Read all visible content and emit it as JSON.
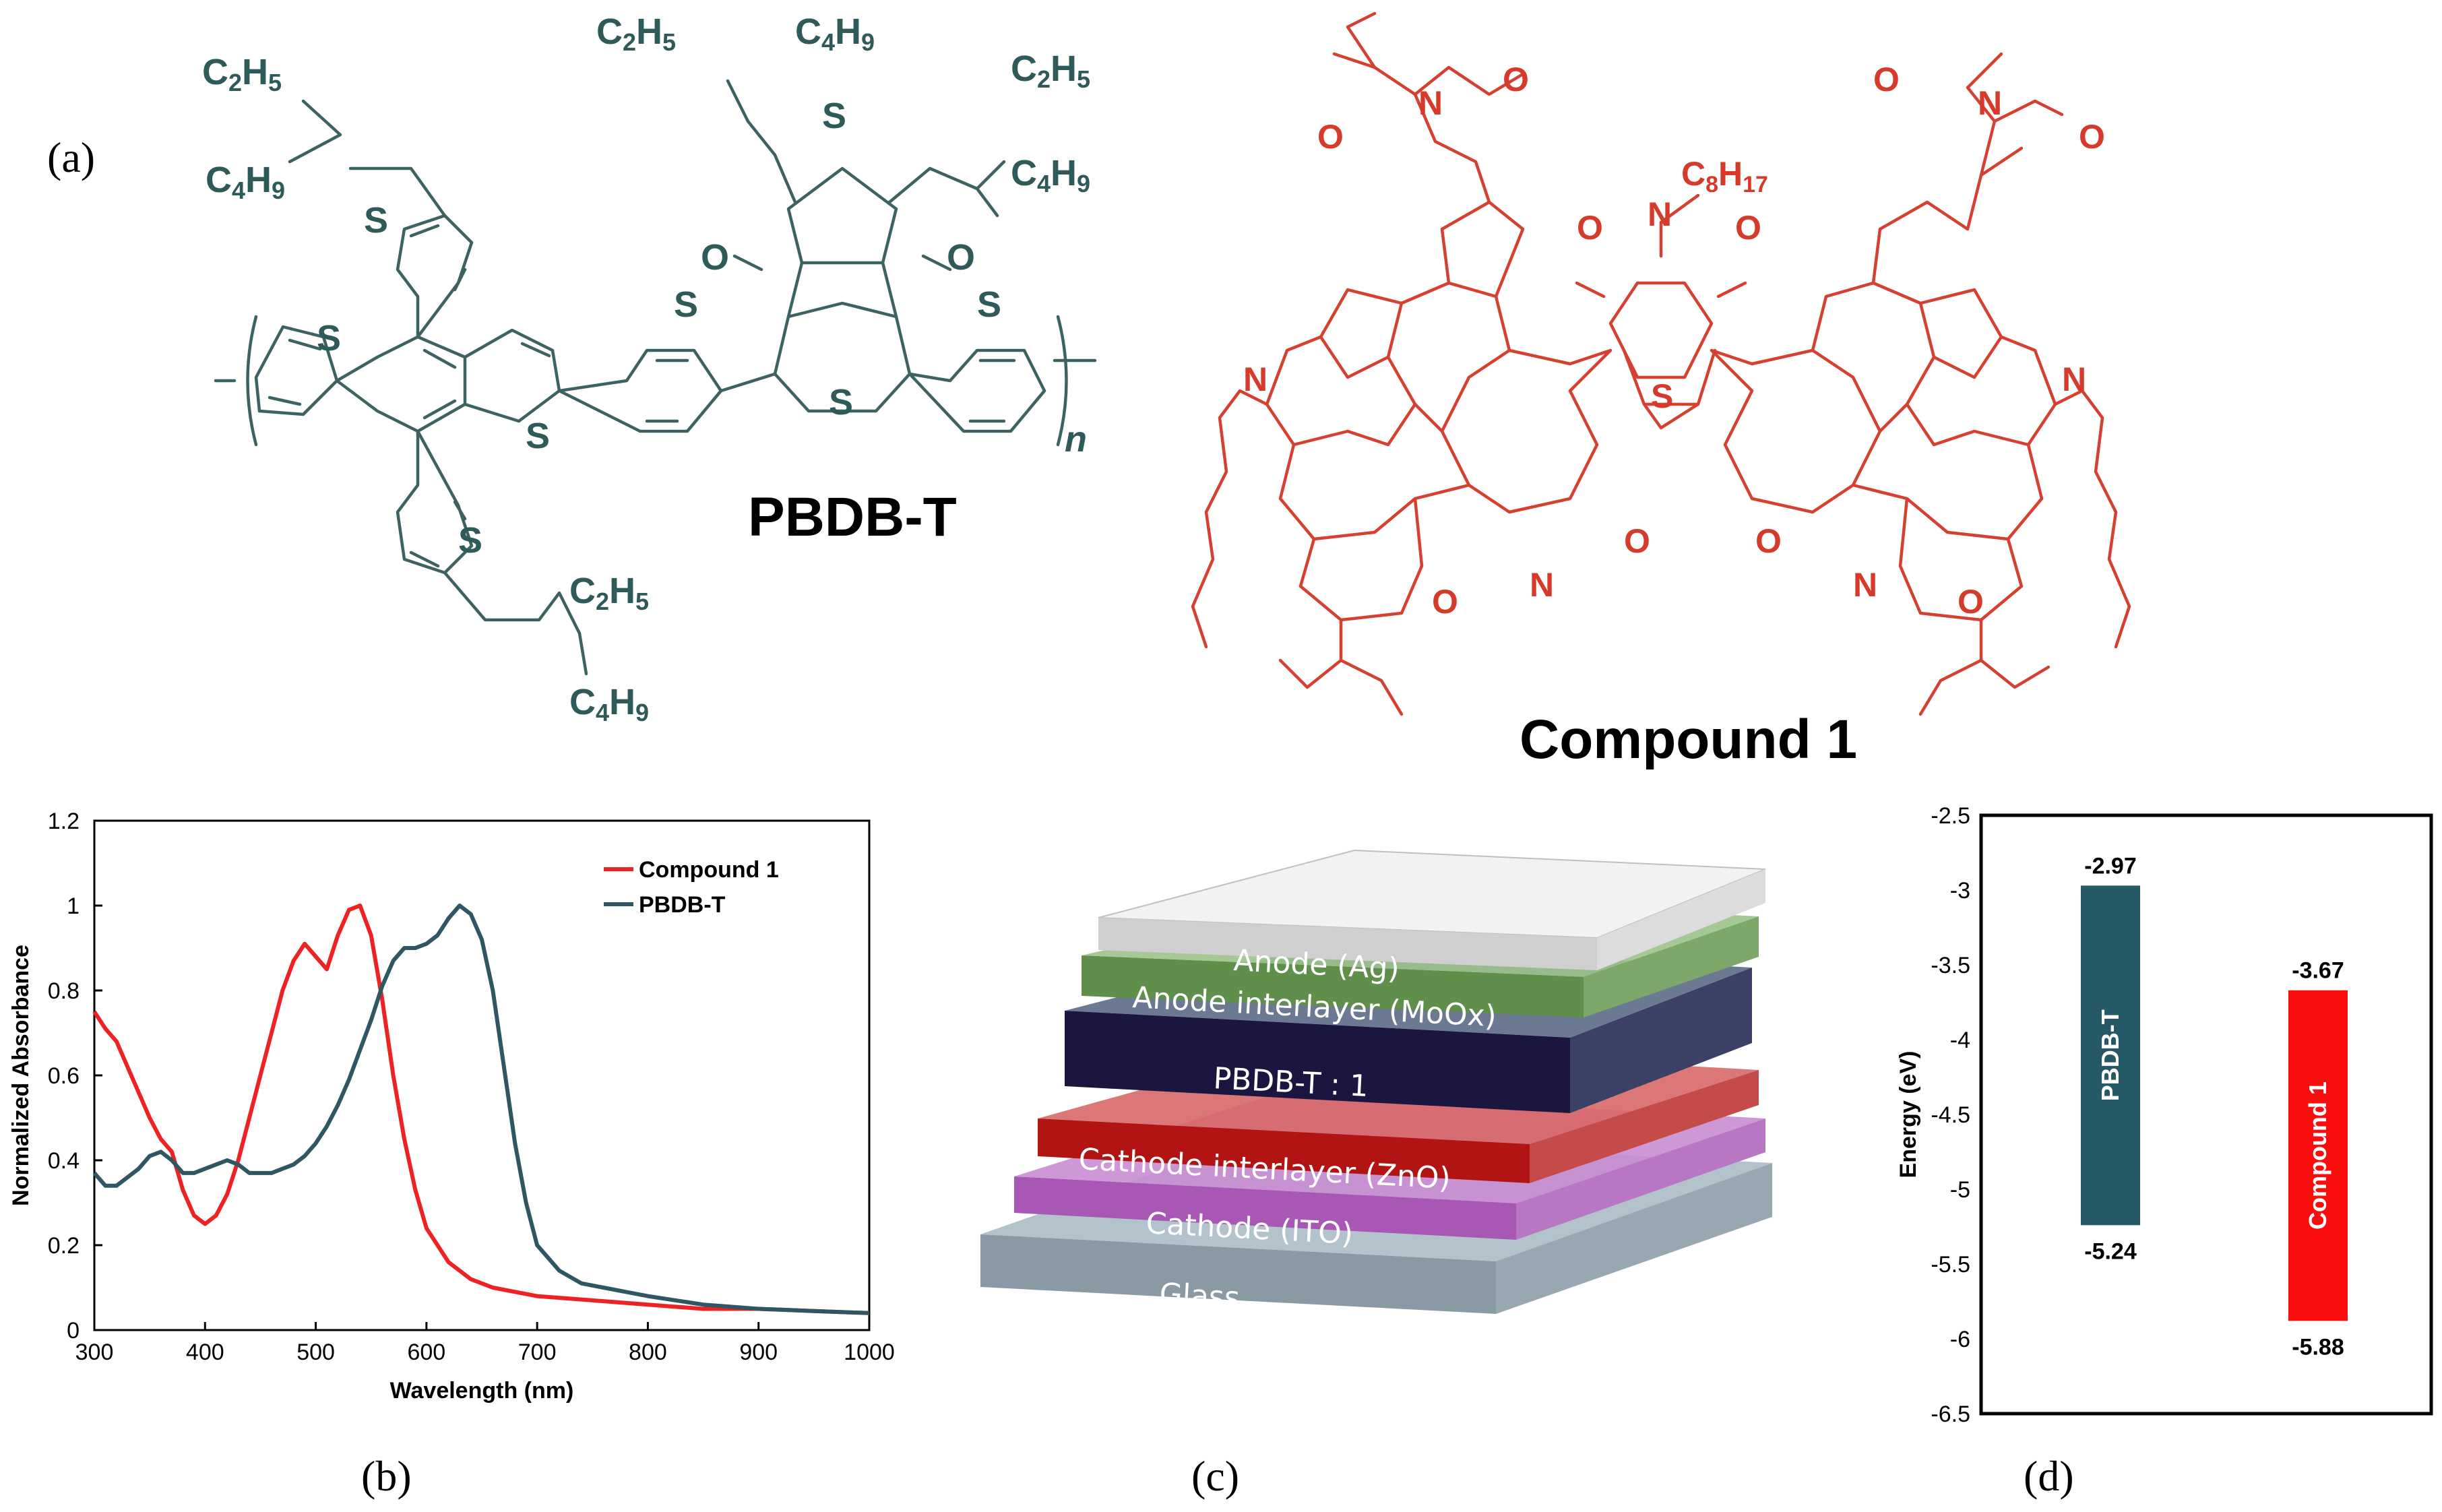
{
  "panels": {
    "a": "(a)",
    "b": "(b)",
    "c": "(c)",
    "d": "(d)"
  },
  "structures": {
    "pbdb_t_name": "PBDB-T",
    "compound1_name": "Compound 1",
    "pbdb_labels": {
      "C2H5": [
        "C",
        "2",
        "H",
        "5"
      ],
      "C4H9": [
        "C",
        "4",
        "H",
        "9"
      ],
      "S": "S",
      "O": "O",
      "n": "n"
    },
    "cmp_labels": {
      "N": "N",
      "O": "O",
      "S": "S",
      "C8H17": [
        "C",
        "8",
        "H",
        "17"
      ]
    },
    "colors": {
      "pbdb": "#2e5a5a",
      "compound": "#d63a2a"
    }
  },
  "chart_data": [
    {
      "type": "line",
      "panel": "b",
      "xlabel": "Wavelength (nm)",
      "ylabel": "Normalized Absorbance",
      "xlim": [
        300,
        1000
      ],
      "ylim": [
        0,
        1.2
      ],
      "xticks": [
        300,
        400,
        500,
        600,
        700,
        800,
        900,
        1000
      ],
      "yticks": [
        0,
        0.2,
        0.4,
        0.6,
        0.8,
        1,
        1.2
      ],
      "legend_position": "top-right",
      "grid": false,
      "series": [
        {
          "name": "Compound 1",
          "color": "#ee2222",
          "x": [
            300,
            310,
            320,
            330,
            340,
            350,
            360,
            370,
            380,
            390,
            400,
            410,
            420,
            430,
            440,
            450,
            460,
            470,
            480,
            490,
            500,
            510,
            520,
            530,
            540,
            550,
            560,
            570,
            580,
            590,
            600,
            620,
            640,
            660,
            680,
            700,
            750,
            800,
            850,
            900,
            950,
            1000
          ],
          "y": [
            0.75,
            0.71,
            0.68,
            0.62,
            0.56,
            0.5,
            0.45,
            0.42,
            0.33,
            0.27,
            0.25,
            0.27,
            0.32,
            0.4,
            0.5,
            0.6,
            0.7,
            0.8,
            0.87,
            0.91,
            0.88,
            0.85,
            0.93,
            0.99,
            1.0,
            0.93,
            0.78,
            0.6,
            0.45,
            0.33,
            0.24,
            0.16,
            0.12,
            0.1,
            0.09,
            0.08,
            0.07,
            0.06,
            0.05,
            0.05,
            0.045,
            0.04
          ]
        },
        {
          "name": "PBDB-T",
          "color": "#2f5663",
          "x": [
            300,
            310,
            320,
            330,
            340,
            350,
            360,
            370,
            380,
            390,
            400,
            410,
            420,
            430,
            440,
            450,
            460,
            470,
            480,
            490,
            500,
            510,
            520,
            530,
            540,
            550,
            560,
            570,
            580,
            590,
            600,
            610,
            620,
            630,
            640,
            650,
            660,
            670,
            680,
            690,
            700,
            720,
            740,
            760,
            780,
            800,
            850,
            900,
            950,
            1000
          ],
          "y": [
            0.37,
            0.34,
            0.34,
            0.36,
            0.38,
            0.41,
            0.42,
            0.4,
            0.37,
            0.37,
            0.38,
            0.39,
            0.4,
            0.39,
            0.37,
            0.37,
            0.37,
            0.38,
            0.39,
            0.41,
            0.44,
            0.48,
            0.53,
            0.59,
            0.66,
            0.73,
            0.81,
            0.87,
            0.9,
            0.9,
            0.91,
            0.93,
            0.97,
            1.0,
            0.98,
            0.92,
            0.8,
            0.62,
            0.44,
            0.3,
            0.2,
            0.14,
            0.11,
            0.1,
            0.09,
            0.08,
            0.06,
            0.05,
            0.045,
            0.04
          ]
        }
      ]
    },
    {
      "type": "bar",
      "panel": "d",
      "ylabel": "Energy (eV)",
      "ylim": [
        -6.5,
        -2.5
      ],
      "yticks": [
        -2.5,
        -3,
        -3.5,
        -4,
        -4.5,
        -5,
        -5.5,
        -6,
        -6.5
      ],
      "grid": false,
      "bars": [
        {
          "name": "PBDB-T",
          "top": -2.97,
          "bottom": -5.24,
          "top_label": "-2.97",
          "bottom_label": "-5.24",
          "color": "#265966"
        },
        {
          "name": "Compound 1",
          "top": -3.67,
          "bottom": -5.88,
          "top_label": "-3.67",
          "bottom_label": "-5.88",
          "color": "#fb0d0d"
        }
      ]
    }
  ],
  "device_stack": {
    "layers": [
      {
        "name": "Anode (Ag)",
        "color": "#c8c8c8"
      },
      {
        "name": "Anode interlayer (MoOx)",
        "color": "#4f8a3b"
      },
      {
        "name": "PBDB-T : 1",
        "color": "#0b1850"
      },
      {
        "name": "Cathode interlayer (ZnO)",
        "color": "#b01010"
      },
      {
        "name": "Cathode (ITO)",
        "color": "#9a3aa8"
      },
      {
        "name": "Glass",
        "color": "#6f8898"
      }
    ]
  }
}
